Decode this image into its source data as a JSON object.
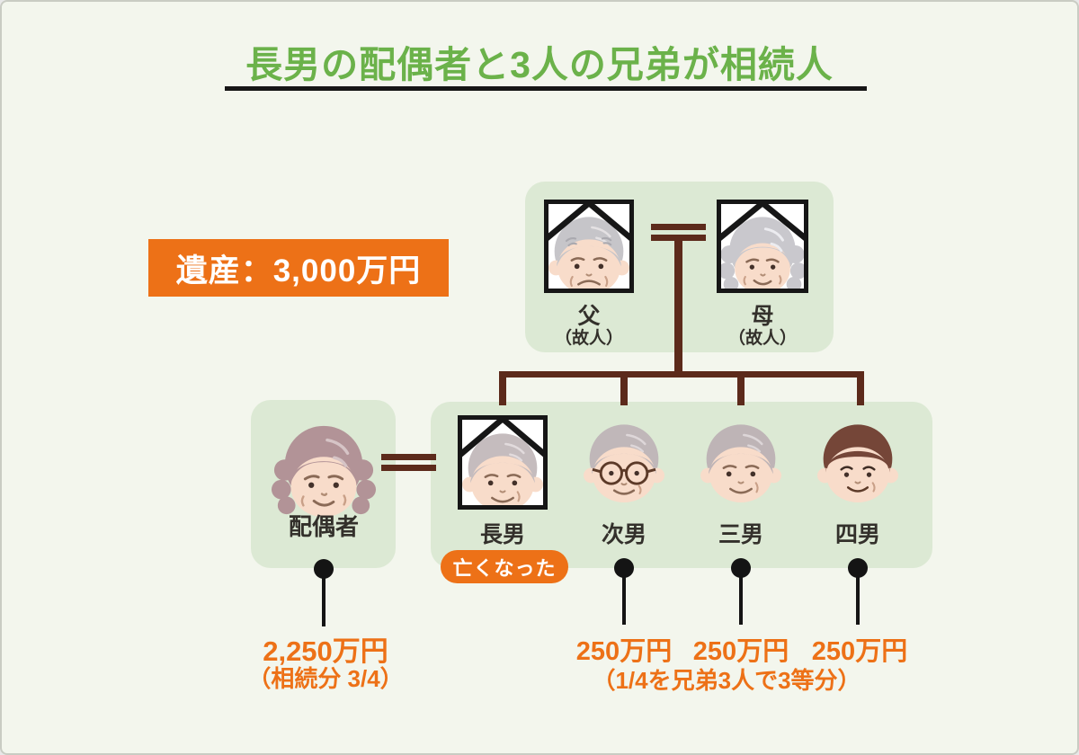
{
  "title": {
    "text": "長男の配偶者と3人の兄弟が相続人"
  },
  "estate": {
    "label": "遺産：3,000万円"
  },
  "family": {
    "father": {
      "name": "父",
      "status": "（故人）"
    },
    "mother": {
      "name": "母",
      "status": "（故人）"
    },
    "spouse": {
      "name": "配偶者",
      "amount": "2,250万円",
      "share_note": "（相続分 3/4）"
    },
    "sons": [
      {
        "name": "長男",
        "badge": "亡くなった"
      },
      {
        "name": "次男",
        "amount": "250万円"
      },
      {
        "name": "三男",
        "amount": "250万円"
      },
      {
        "name": "四男",
        "amount": "250万円"
      }
    ],
    "brothers_note": "（1/4を兄弟3人で3等分）"
  },
  "colors": {
    "accent_orange": "#ed7117",
    "title_green": "#6bb24a",
    "panel_green": "#dce9d4",
    "line_maroon": "#5c2a1b",
    "background": "#f3f6ed"
  }
}
